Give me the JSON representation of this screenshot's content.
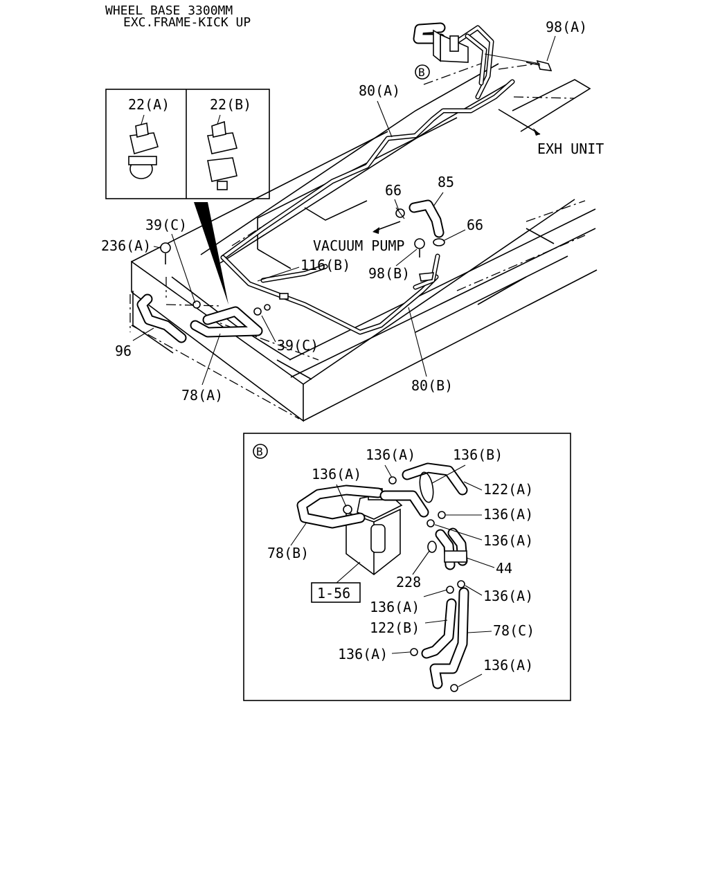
{
  "title": {
    "line1": "WHEEL BASE 3300MM",
    "line2": "EXC.FRAME-KICK UP"
  },
  "labels": {
    "p98A": "98(A)",
    "p80A": "80(A)",
    "exh_unit": "EXH UNIT",
    "p22A": "22(A)",
    "p22B": "22(B)",
    "p66a": "66",
    "p85": "85",
    "p66b": "66",
    "p39C_top": "39(C)",
    "p236A": "236(A)",
    "vacuum_pump": "VACUUM PUMP",
    "p116B": "116(B)",
    "p98B": "98(B)",
    "p96": "96",
    "p39C_bottom": "39(C)",
    "p78A": "78(A)",
    "p80B": "80(B)",
    "ref_b_top": "B"
  },
  "detail": {
    "ref": "B",
    "p136A_1": "136(A)",
    "p136B": "136(B)",
    "p136A_2": "136(A)",
    "p122A": "122(A)",
    "p136A_3": "136(A)",
    "p136A_4": "136(A)",
    "p78B": "78(B)",
    "p44": "44",
    "p228": "228",
    "p1_56": "1-56",
    "p136A_5": "136(A)",
    "p136A_6": "136(A)",
    "p122B": "122(B)",
    "p78C": "78(C)",
    "p136A_7": "136(A)",
    "p136A_8": "136(A)"
  }
}
